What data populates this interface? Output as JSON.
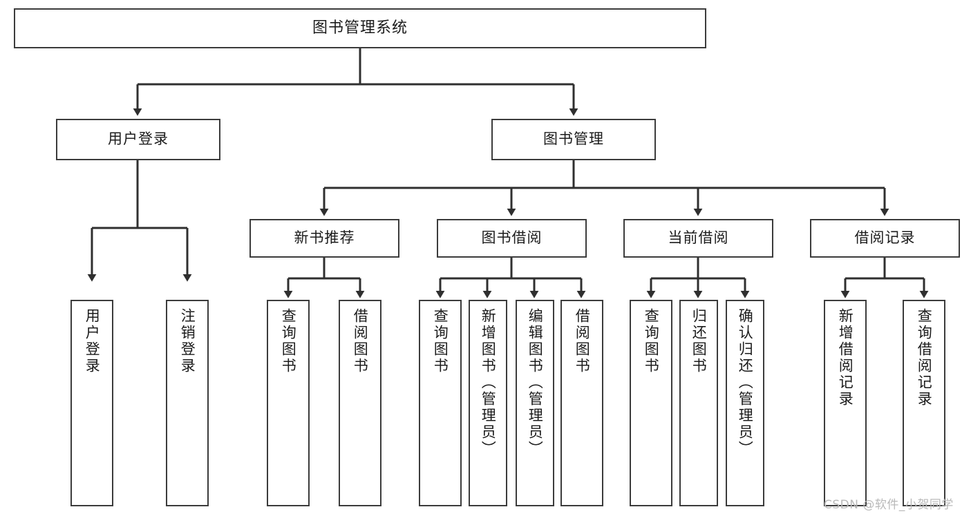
{
  "diagram": {
    "type": "tree",
    "title": "图书管理系统",
    "theme": {
      "background": "#ffffff",
      "box_border": "#3b3b3b",
      "box_fill": "#ffffff",
      "connector": "#2f2f2f",
      "text": "#1b1b1b",
      "watermark": "#b9b9b9"
    },
    "nodes": {
      "root": {
        "label": "图书管理系统"
      },
      "level2": [
        {
          "id": "user-login",
          "label": "用户登录"
        },
        {
          "id": "book-manage",
          "label": "图书管理"
        }
      ],
      "level3": [
        {
          "id": "new-book-rec",
          "label": "新书推荐"
        },
        {
          "id": "book-borrow",
          "label": "图书借阅"
        },
        {
          "id": "current-borrow",
          "label": "当前借阅"
        },
        {
          "id": "borrow-record",
          "label": "借阅记录"
        }
      ],
      "leaves": {
        "user_login": [
          {
            "id": "leaf-user-login",
            "label": "用户登录"
          },
          {
            "id": "leaf-logout",
            "label": "注销登录"
          }
        ],
        "new_book_rec": [
          {
            "id": "leaf-query-book-1",
            "label": "查询图书"
          },
          {
            "id": "leaf-borrow-book-1",
            "label": "借阅图书"
          }
        ],
        "book_borrow": [
          {
            "id": "leaf-query-book-2",
            "label": "查询图书"
          },
          {
            "id": "leaf-add-book",
            "label": "新增图书（管理员）"
          },
          {
            "id": "leaf-edit-book",
            "label": "编辑图书（管理员）"
          },
          {
            "id": "leaf-borrow-book-2",
            "label": "借阅图书"
          }
        ],
        "current_borrow": [
          {
            "id": "leaf-query-book-3",
            "label": "查询图书"
          },
          {
            "id": "leaf-return-book",
            "label": "归还图书"
          },
          {
            "id": "leaf-confirm-return",
            "label": "确认归还（管理员）"
          }
        ],
        "borrow_record": [
          {
            "id": "leaf-add-record",
            "label": "新增借阅记录"
          },
          {
            "id": "leaf-query-record",
            "label": "查询借阅记录"
          }
        ]
      }
    },
    "edges": [
      {
        "from": "图书管理系统",
        "to": "用户登录"
      },
      {
        "from": "图书管理系统",
        "to": "图书管理"
      },
      {
        "from": "用户登录",
        "to": "用户登录"
      },
      {
        "from": "用户登录",
        "to": "注销登录"
      },
      {
        "from": "图书管理",
        "to": "新书推荐"
      },
      {
        "from": "图书管理",
        "to": "图书借阅"
      },
      {
        "from": "图书管理",
        "to": "当前借阅"
      },
      {
        "from": "图书管理",
        "to": "借阅记录"
      },
      {
        "from": "新书推荐",
        "to": "查询图书"
      },
      {
        "from": "新书推荐",
        "to": "借阅图书"
      },
      {
        "from": "图书借阅",
        "to": "查询图书"
      },
      {
        "from": "图书借阅",
        "to": "新增图书（管理员）"
      },
      {
        "from": "图书借阅",
        "to": "编辑图书（管理员）"
      },
      {
        "from": "图书借阅",
        "to": "借阅图书"
      },
      {
        "from": "当前借阅",
        "to": "查询图书"
      },
      {
        "from": "当前借阅",
        "to": "归还图书"
      },
      {
        "from": "当前借阅",
        "to": "确认归还（管理员）"
      },
      {
        "from": "借阅记录",
        "to": "新增借阅记录"
      },
      {
        "from": "借阅记录",
        "to": "查询借阅记录"
      }
    ]
  },
  "watermark": {
    "text": "CSDN @软件_小贺同学"
  }
}
